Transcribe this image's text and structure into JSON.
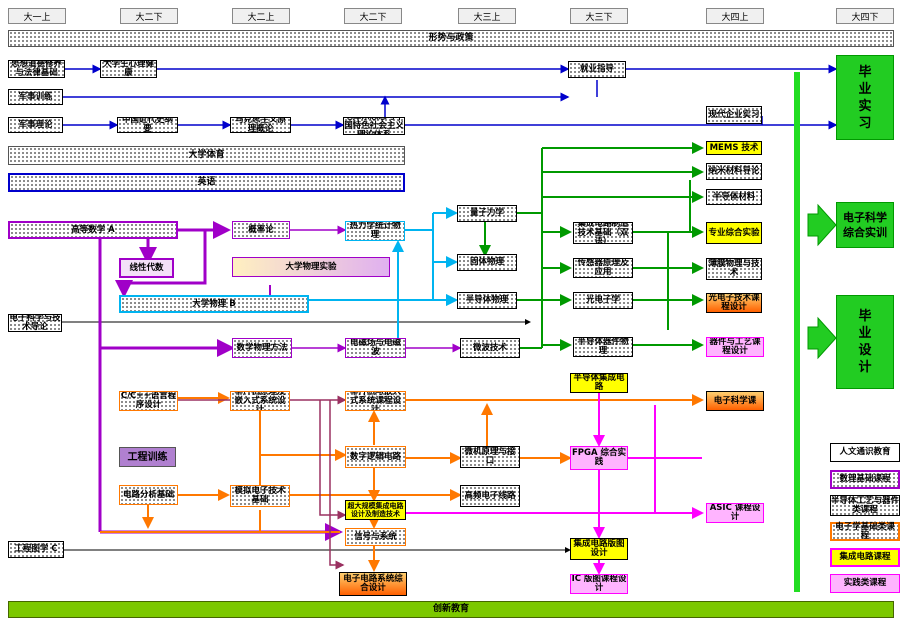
{
  "semesters": [
    "大一上",
    "大二下",
    "大二上",
    "大二下",
    "大三上",
    "大三下",
    "大四上",
    "大四下"
  ],
  "courses": {
    "xingshi": "形势与政策",
    "sixiang": "思想道德修养与法律基础",
    "xinli": "大学生心理健康",
    "junxun": "军事训练",
    "junli": "军事理论",
    "jindai": "中国近代史纲要",
    "makesi": "马克思主义原理概论",
    "maozedong": "毛泽东思想与中国特色社会主义理论体系",
    "jiuye": "就业指导",
    "tiyu": "大学体育",
    "yingyu": "英语",
    "shishi": "现代企业实习",
    "gaoshu": "高等数学 A",
    "gailv": "概率论",
    "xiandai": "线性代数",
    "wuli_shiyan": "大学物理实验",
    "wuli": "大学物理 B",
    "daolun": "电子科学与技术导论",
    "reli": "热力学统计物理",
    "liangzi": "量子力学",
    "guti": "固体物理",
    "bandaoti": "半导体物理",
    "shuli": "数学物理方法",
    "diancichang": "电磁场与电磁波",
    "weibo": "微波技术",
    "mems": "MEMS 技术",
    "namicailiao": "纳米材料导论",
    "bdtcailiao": "半导体材料",
    "jicheng_zhizao": "集成电路制造技术基础（双语）",
    "chuanganqi": "传感器原理及应用",
    "guangdianzi": "光电子学",
    "bdtqijian": "半导体器件物理",
    "zhuanye_zonghe": "专业综合实验",
    "bomo": "薄膜物理与技术",
    "dianzikeji_kecheng": "光电子技术课程设计",
    "qijian_gongyi": "器件与工艺课程设计",
    "c_lang": "C/C++语言程序设计",
    "danpianji_yuanli": "单片机原理及嵌入式系统设计",
    "danpianji_jiekou": "单片机与嵌入式系统课程设计",
    "bdt_jicheng": "半导体集成电路",
    "dianzi_keshe": "电子科学课",
    "gongcheng": "工程训练",
    "shuzi_luoji": "数字逻辑电路",
    "dianlu_fenxi": "电路分析基础",
    "moni": "模拟电子技术基础",
    "chaoda": "超大规模集成电路设计及制造技术",
    "gaopin": "高频电子线路",
    "jiwei": "微机原理与接口",
    "fpga": "FPGA 综合实践",
    "asic": "ASIC 课程设计",
    "xinhao": "信号与系统",
    "tuxue": "工程图学 C",
    "jicheng_sheji": "集成电路版图设计",
    "dianzi_zonghe": "电子电路系统综合设计",
    "ic_keshe": "IC 版图课程设计",
    "biye_shixi": "毕业实习",
    "zonghe_shixun": "电子科学综合实训",
    "biye_sheji": "毕业设计",
    "chuangxin": "创新教育"
  },
  "legend": [
    "人文通识教育",
    "数理基础课程",
    "半导体工艺与器件类课程",
    "电子学基础类课程",
    "集成电路课程",
    "实践类课程"
  ],
  "colors": {
    "purple": "#a000c8",
    "cyan": "#00b4f0",
    "orange": "#ff7800",
    "green": "#009900",
    "blue": "#0000cc",
    "pink": "#ff00ff",
    "brown": "#9a3060"
  }
}
